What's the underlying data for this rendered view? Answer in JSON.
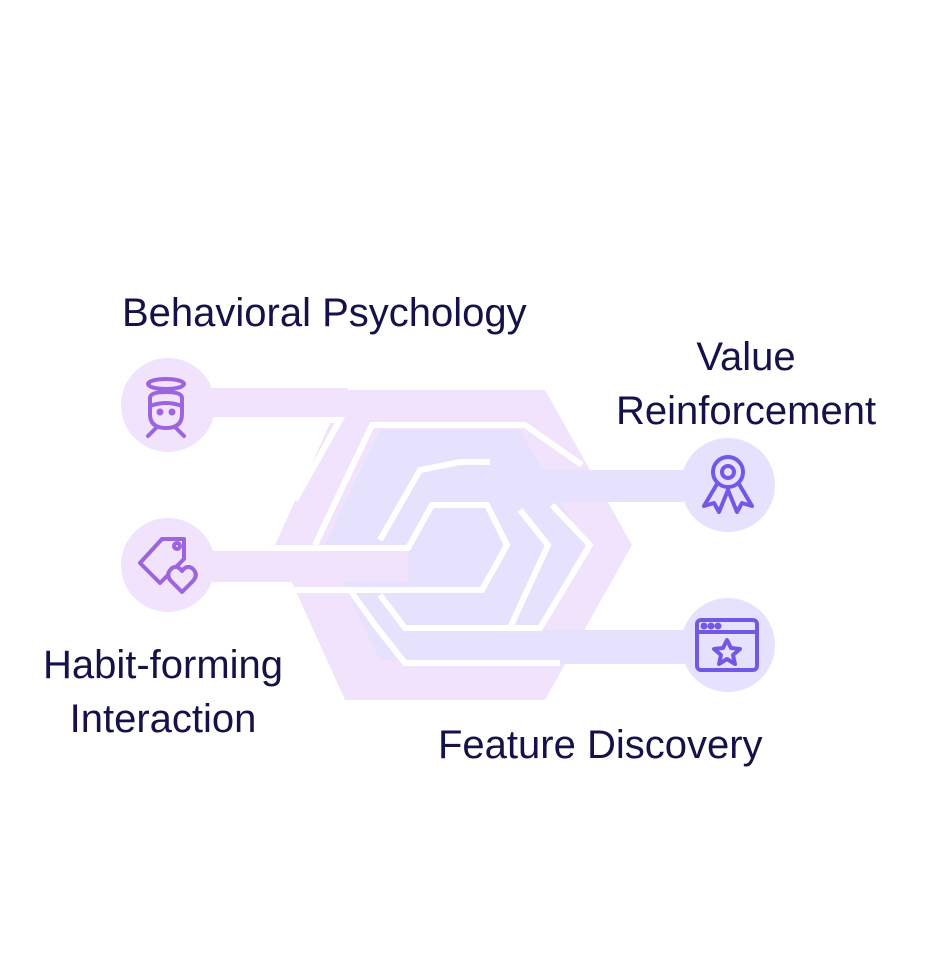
{
  "diagram": {
    "nodes": [
      {
        "id": "behavioral-psychology",
        "label": "Behavioral Psychology",
        "icon": "angel-person-icon"
      },
      {
        "id": "habit-forming-interaction",
        "label_lines": [
          "Habit-forming",
          "Interaction"
        ],
        "icon": "tag-heart-icon"
      },
      {
        "id": "value-reinforcement",
        "label_lines": [
          "Value",
          "Reinforcement"
        ],
        "icon": "award-ribbon-icon"
      },
      {
        "id": "feature-discovery",
        "label": "Feature Discovery",
        "icon": "browser-star-icon"
      }
    ],
    "colors": {
      "outer_band": "#f1e3fb",
      "inner_band": "#e6e1fd",
      "icon_left": "#9d64e0",
      "icon_right": "#7358e6",
      "text": "#15124a"
    }
  }
}
